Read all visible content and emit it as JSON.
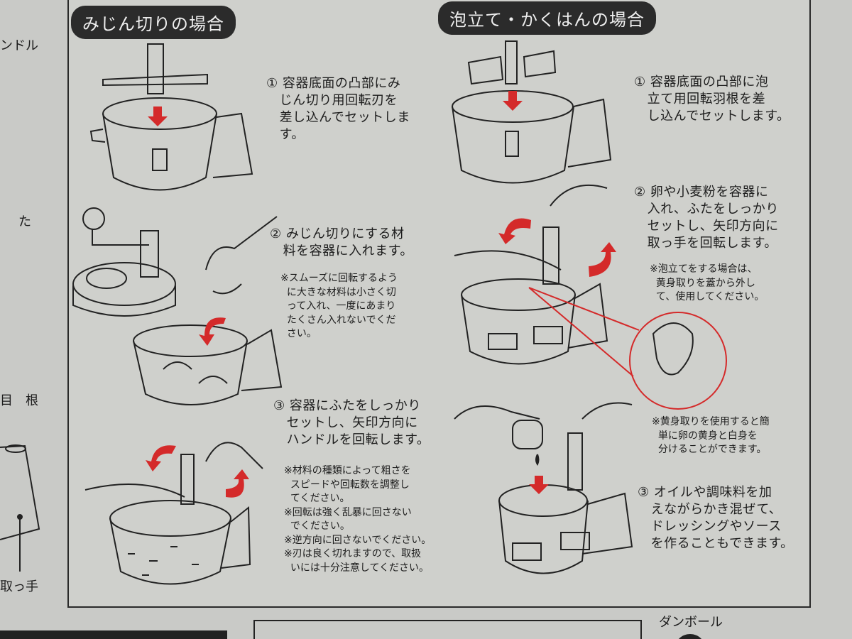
{
  "left_margin": {
    "handle": "ンドル",
    "lid": "た",
    "blade": "目　根",
    "grip": "取っ手"
  },
  "mince": {
    "header": "みじん切りの場合",
    "step1": "① 容器底面の凸部にみ\n   じん切り用回転刃を\n   差し込んでセットしま\n   す。",
    "step2": "② みじん切りにする材\n   料を容器に入れます。",
    "note2": "※スムーズに回転するよう\n  に大きな材料は小さく切\n  って入れ、一度にあまり\n  たくさん入れないでくだ\n  さい。",
    "step3": "③ 容器にふたをしっかり\n   セットし、矢印方向に\n   ハンドルを回転します。",
    "notes3": "※材料の種類によって粗さを\n  スピードや回転数を調整し\n  てください。\n※回転は強く乱暴に回さない\n  でください。\n※逆方向に回さないでください。\n※刃は良く切れますので、取扱\n  いには十分注意してください。"
  },
  "whisk": {
    "header": "泡立て・かくはんの場合",
    "step1": "① 容器底面の凸部に泡\n   立て用回転羽根を差\n   し込んでセットします。",
    "step2": "② 卵や小麦粉を容器に\n   入れ、ふたをしっかり\n   セットし、矢印方向に\n   取っ手を回転します。",
    "note2": "※泡立てをする場合は、\n  黄身取りを蓋から外し\n  て、使用してください。",
    "note_yolk": "※黄身取りを使用すると簡\n  単に卵の黄身と白身を\n  分けることができます。",
    "step3": "③ オイルや調味料を加\n   えながらかき混ぜて、\n   ドレッシングやソース\n   を作ることもできます。"
  },
  "bottom": {
    "cardboard": "ダンボール"
  },
  "colors": {
    "arrow": "#d42a2a",
    "ink": "#1d1d1d",
    "paper": "#cfd0cc"
  }
}
